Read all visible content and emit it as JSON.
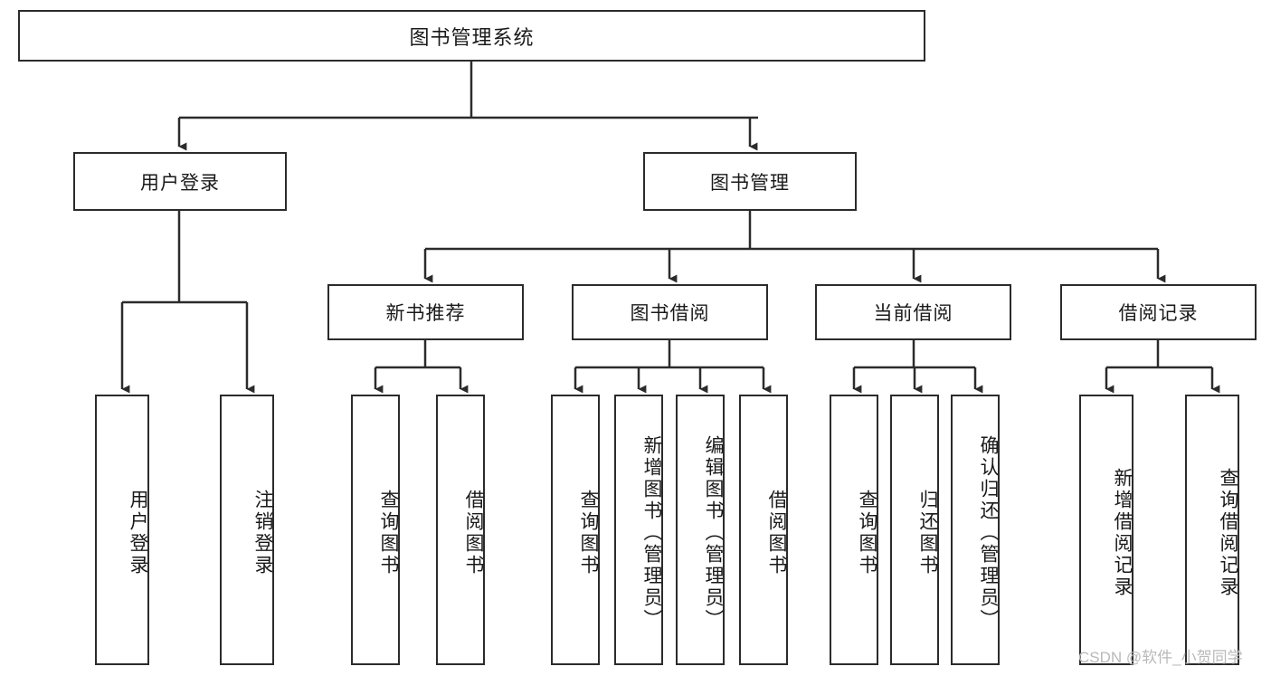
{
  "diagram": {
    "title": "图书管理系统",
    "type": "tree-hierarchy-diagram",
    "root": {
      "label": "图书管理系统"
    },
    "level2": [
      {
        "label": "用户登录"
      },
      {
        "label": "图书管理"
      }
    ],
    "level3": [
      {
        "label": "新书推荐"
      },
      {
        "label": "图书借阅"
      },
      {
        "label": "当前借阅"
      },
      {
        "label": "借阅记录"
      }
    ],
    "leaves": {
      "user_login": [
        {
          "label": "用户登录"
        },
        {
          "label": "注销登录"
        }
      ],
      "new_book_recommend": [
        {
          "label": "查询图书"
        },
        {
          "label": "借阅图书"
        }
      ],
      "book_borrow": [
        {
          "label": "查询图书"
        },
        {
          "label": "新增图书（管理员）"
        },
        {
          "label": "编辑图书（管理员）"
        },
        {
          "label": "借阅图书"
        }
      ],
      "current_borrow": [
        {
          "label": "查询图书"
        },
        {
          "label": "归还图书"
        },
        {
          "label": "确认归还（管理员）"
        }
      ],
      "borrow_record": [
        {
          "label": "新增借阅记录"
        },
        {
          "label": "查询借阅记录"
        }
      ]
    },
    "watermark": "CSDN @软件_小贺同学",
    "colors": {
      "stroke": "#2b2b2b",
      "fill": "#ffffff",
      "text": "#1a1a1a",
      "watermark": "#b9b9b9"
    }
  }
}
